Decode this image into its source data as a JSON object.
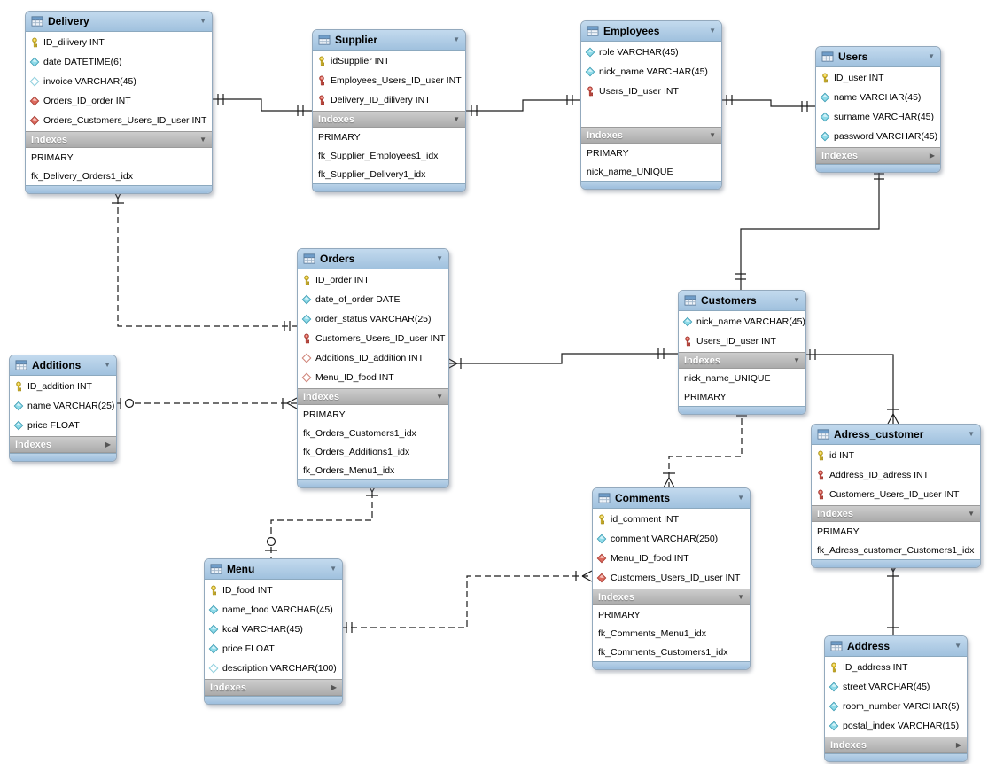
{
  "diagram": {
    "tool": "EER Diagram",
    "colors": {
      "table_header_blue": "#aac9e4",
      "indexes_header_gray": "#bdbdbd",
      "primary_key_yellow": "#e6c52e",
      "foreign_key_red": "#d9534f",
      "column_cyan": "#7fd4e4",
      "fk_column_red": "#d96459",
      "line_black": "#1c1c1c"
    },
    "tables": [
      {
        "id": "delivery",
        "name": "Delivery",
        "indexes_label": "Indexes",
        "indexes_collapsed": false,
        "columns": [
          {
            "icon": "key-primary-icon",
            "text": "ID_dilivery INT"
          },
          {
            "icon": "column-notnull-icon",
            "text": "date DATETIME(6)"
          },
          {
            "icon": "column-nullable-icon",
            "text": "invoice VARCHAR(45)"
          },
          {
            "icon": "fk-notnull-icon",
            "text": "Orders_ID_order INT"
          },
          {
            "icon": "fk-notnull-icon",
            "text": "Orders_Customers_Users_ID_user INT"
          }
        ],
        "indexes": [
          "PRIMARY",
          "fk_Delivery_Orders1_idx"
        ]
      },
      {
        "id": "supplier",
        "name": "Supplier",
        "indexes_label": "Indexes",
        "indexes_collapsed": false,
        "columns": [
          {
            "icon": "key-primary-icon",
            "text": "idSupplier INT"
          },
          {
            "icon": "key-foreign-icon",
            "text": "Employees_Users_ID_user INT"
          },
          {
            "icon": "key-foreign-icon",
            "text": "Delivery_ID_dilivery INT"
          }
        ],
        "indexes": [
          "PRIMARY",
          "fk_Supplier_Employees1_idx",
          "fk_Supplier_Delivery1_idx"
        ]
      },
      {
        "id": "employees",
        "name": "Employees",
        "indexes_label": "Indexes",
        "indexes_collapsed": false,
        "columns": [
          {
            "icon": "column-notnull-icon",
            "text": "role VARCHAR(45)"
          },
          {
            "icon": "column-notnull-icon",
            "text": "nick_name VARCHAR(45)"
          },
          {
            "icon": "key-foreign-icon",
            "text": "Users_ID_user INT"
          }
        ],
        "indexes": [
          "PRIMARY",
          "nick_name_UNIQUE"
        ]
      },
      {
        "id": "users",
        "name": "Users",
        "indexes_label": "Indexes",
        "indexes_collapsed": true,
        "columns": [
          {
            "icon": "key-primary-icon",
            "text": "ID_user INT"
          },
          {
            "icon": "column-notnull-icon",
            "text": "name VARCHAR(45)"
          },
          {
            "icon": "column-notnull-icon",
            "text": "surname VARCHAR(45)"
          },
          {
            "icon": "column-notnull-icon",
            "text": "password VARCHAR(45)"
          }
        ],
        "indexes": []
      },
      {
        "id": "orders",
        "name": "Orders",
        "indexes_label": "Indexes",
        "indexes_collapsed": false,
        "columns": [
          {
            "icon": "key-primary-icon",
            "text": "ID_order INT"
          },
          {
            "icon": "column-notnull-icon",
            "text": "date_of_order DATE"
          },
          {
            "icon": "column-notnull-icon",
            "text": "order_status VARCHAR(25)"
          },
          {
            "icon": "key-foreign-icon",
            "text": "Customers_Users_ID_user INT"
          },
          {
            "icon": "fk-nullable-icon",
            "text": "Additions_ID_addition INT"
          },
          {
            "icon": "fk-nullable-icon",
            "text": "Menu_ID_food INT"
          }
        ],
        "indexes": [
          "PRIMARY",
          "fk_Orders_Customers1_idx",
          "fk_Orders_Additions1_idx",
          "fk_Orders_Menu1_idx"
        ]
      },
      {
        "id": "customers",
        "name": "Customers",
        "indexes_label": "Indexes",
        "indexes_collapsed": false,
        "columns": [
          {
            "icon": "column-notnull-icon",
            "text": "nick_name VARCHAR(45)"
          },
          {
            "icon": "key-foreign-icon",
            "text": "Users_ID_user INT"
          }
        ],
        "indexes": [
          "nick_name_UNIQUE",
          "PRIMARY"
        ]
      },
      {
        "id": "additions",
        "name": "Additions",
        "indexes_label": "Indexes",
        "indexes_collapsed": true,
        "columns": [
          {
            "icon": "key-primary-icon",
            "text": "ID_addition INT"
          },
          {
            "icon": "column-notnull-icon",
            "text": "name VARCHAR(25)"
          },
          {
            "icon": "column-notnull-icon",
            "text": "price FLOAT"
          }
        ],
        "indexes": []
      },
      {
        "id": "adress_customer",
        "name": "Adress_customer",
        "indexes_label": "Indexes",
        "indexes_collapsed": false,
        "columns": [
          {
            "icon": "key-primary-icon",
            "text": "id INT"
          },
          {
            "icon": "key-foreign-icon",
            "text": "Address_ID_adress INT"
          },
          {
            "icon": "key-foreign-icon",
            "text": "Customers_Users_ID_user INT"
          }
        ],
        "indexes": [
          "PRIMARY",
          "fk_Adress_customer_Customers1_idx"
        ]
      },
      {
        "id": "comments",
        "name": "Comments",
        "indexes_label": "Indexes",
        "indexes_collapsed": false,
        "columns": [
          {
            "icon": "key-primary-icon",
            "text": "id_comment INT"
          },
          {
            "icon": "column-notnull-icon",
            "text": "comment VARCHAR(250)"
          },
          {
            "icon": "fk-notnull-icon",
            "text": "Menu_ID_food INT"
          },
          {
            "icon": "fk-notnull-icon",
            "text": "Customers_Users_ID_user INT"
          }
        ],
        "indexes": [
          "PRIMARY",
          "fk_Comments_Menu1_idx",
          "fk_Comments_Customers1_idx"
        ]
      },
      {
        "id": "menu",
        "name": "Menu",
        "indexes_label": "Indexes",
        "indexes_collapsed": true,
        "columns": [
          {
            "icon": "key-primary-icon",
            "text": "ID_food INT"
          },
          {
            "icon": "column-notnull-icon",
            "text": "name_food VARCHAR(45)"
          },
          {
            "icon": "column-notnull-icon",
            "text": "kcal VARCHAR(45)"
          },
          {
            "icon": "column-notnull-icon",
            "text": "price FLOAT"
          },
          {
            "icon": "column-nullable-icon",
            "text": "description VARCHAR(100)"
          }
        ],
        "indexes": []
      },
      {
        "id": "address",
        "name": "Address",
        "indexes_label": "Indexes",
        "indexes_collapsed": true,
        "columns": [
          {
            "icon": "key-primary-icon",
            "text": "ID_address INT"
          },
          {
            "icon": "column-notnull-icon",
            "text": "street VARCHAR(45)"
          },
          {
            "icon": "column-notnull-icon",
            "text": "room_number VARCHAR(5)"
          },
          {
            "icon": "column-notnull-icon",
            "text": "postal_index VARCHAR(15)"
          }
        ],
        "indexes": []
      }
    ],
    "connections": [
      {
        "from": "Delivery",
        "to": "Supplier",
        "line": "solid",
        "from_cardinality": "1",
        "to_cardinality": "1"
      },
      {
        "from": "Supplier",
        "to": "Employees",
        "line": "solid",
        "from_cardinality": "1",
        "to_cardinality": "1"
      },
      {
        "from": "Employees",
        "to": "Users",
        "line": "solid",
        "from_cardinality": "1",
        "to_cardinality": "1"
      },
      {
        "from": "Users",
        "to": "Customers",
        "line": "solid",
        "from_cardinality": "1",
        "to_cardinality": "1"
      },
      {
        "from": "Delivery",
        "to": "Orders",
        "line": "dashed",
        "from_cardinality": "many",
        "to_cardinality": "1"
      },
      {
        "from": "Additions",
        "to": "Orders",
        "line": "dashed",
        "from_cardinality": "0..1",
        "to_cardinality": "many"
      },
      {
        "from": "Orders",
        "to": "Customers",
        "line": "solid",
        "from_cardinality": "many",
        "to_cardinality": "1"
      },
      {
        "from": "Orders",
        "to": "Menu",
        "line": "dashed",
        "from_cardinality": "many",
        "to_cardinality": "0..1"
      },
      {
        "from": "Menu",
        "to": "Comments",
        "line": "dashed",
        "from_cardinality": "1",
        "to_cardinality": "many"
      },
      {
        "from": "Comments",
        "to": "Customers",
        "line": "dashed",
        "from_cardinality": "many",
        "to_cardinality": "1"
      },
      {
        "from": "Customers",
        "to": "Adress_customer",
        "line": "solid",
        "from_cardinality": "1",
        "to_cardinality": "many"
      },
      {
        "from": "Adress_customer",
        "to": "Address",
        "line": "solid",
        "from_cardinality": "many",
        "to_cardinality": "1"
      }
    ]
  }
}
